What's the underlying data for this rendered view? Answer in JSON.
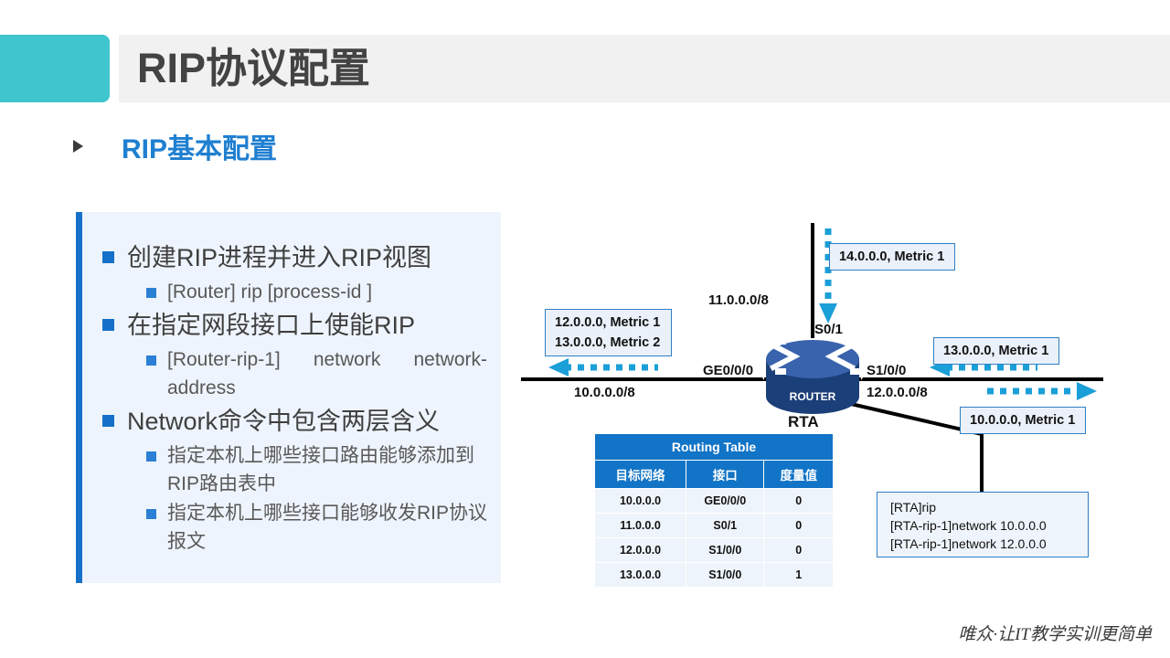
{
  "header": {
    "title": "RIP协议配置",
    "accent_color": "#3fc5cd",
    "band_color": "#f1f1f1"
  },
  "section": {
    "title": "RIP基本配置",
    "color": "#1f7fd0"
  },
  "content_panel": {
    "bullets": [
      {
        "text": "创建RIP进程并进入RIP视图",
        "children": [
          "[Router] rip [process-id ]"
        ]
      },
      {
        "text": "在指定网段接口上使能RIP",
        "children": [
          "[Router-rip-1]  network  network-address"
        ]
      },
      {
        "text": "Network命令中包含两层含义",
        "children": [
          "指定本机上哪些接口路由能够添加到RIP路由表中",
          "指定本机上哪些接口能够收发RIP协议报文"
        ]
      }
    ]
  },
  "diagram": {
    "router_label": "ROUTER",
    "router_name": "RTA",
    "interfaces": {
      "left": "GE0/0/0",
      "top": "S0/1",
      "right": "S1/0/0"
    },
    "networks": {
      "left": "10.0.0.0/8",
      "top": "11.0.0.0/8",
      "right": "12.0.0.0/8"
    },
    "callouts": {
      "left_line1": "12.0.0.0, Metric 1",
      "left_line2": "13.0.0.0, Metric 2",
      "top": "14.0.0.0, Metric 1",
      "right_upper": "13.0.0.0, Metric 1",
      "right_lower": "10.0.0.0, Metric 1"
    },
    "arrow_color": "#1b9fd8",
    "line_color": "#000000"
  },
  "routing_table": {
    "title": "Routing Table",
    "columns": [
      "目标网络",
      "接口",
      "度量值"
    ],
    "rows": [
      [
        "10.0.0.0",
        "GE0/0/0",
        "0"
      ],
      [
        "11.0.0.0",
        "S0/1",
        "0"
      ],
      [
        "12.0.0.0",
        "S1/0/0",
        "0"
      ],
      [
        "13.0.0.0",
        "S1/0/0",
        "1"
      ]
    ],
    "header_color": "#1274c6"
  },
  "config_callout": {
    "lines": [
      "[RTA]rip",
      "[RTA-rip-1]network 10.0.0.0",
      "[RTA-rip-1]network 12.0.0.0"
    ]
  },
  "footer": {
    "text": "唯众·让IT教学实训更简单"
  }
}
